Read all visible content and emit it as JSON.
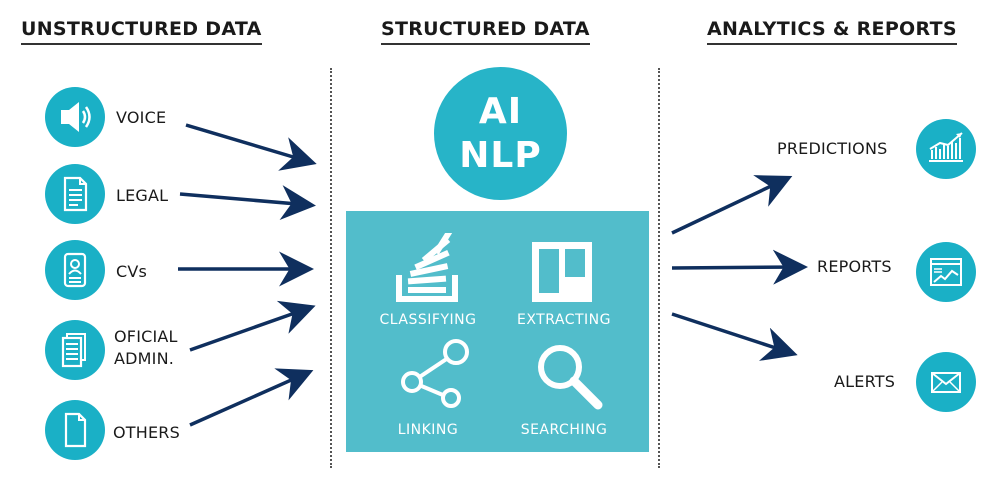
{
  "columns": {
    "left": "UNSTRUCTURED DATA",
    "middle": "STRUCTURED DATA",
    "right": "ANALYTICS & REPORTS"
  },
  "sources": [
    {
      "label": "VOICE",
      "icon": "speaker-icon"
    },
    {
      "label": "LEGAL",
      "icon": "document-icon"
    },
    {
      "label": "CVs",
      "icon": "id-badge-icon"
    },
    {
      "label_line1": "OFICIAL",
      "label_line2": "ADMIN.",
      "icon": "stacked-documents-icon"
    },
    {
      "label": "OTHERS",
      "icon": "blank-file-icon"
    }
  ],
  "ai_badge": {
    "line1": "AI",
    "line2": "NLP"
  },
  "processes": [
    {
      "label": "CLASSIFYING",
      "icon": "stacked-bars-icon"
    },
    {
      "label": "EXTRACTING",
      "icon": "board-columns-icon"
    },
    {
      "label": "LINKING",
      "icon": "share-nodes-icon"
    },
    {
      "label": "SEARCHING",
      "icon": "magnifier-icon"
    }
  ],
  "outputs": [
    {
      "label": "PREDICTIONS",
      "icon": "growth-chart-icon"
    },
    {
      "label": "REPORTS",
      "icon": "dashboard-window-icon"
    },
    {
      "label": "ALERTS",
      "icon": "envelope-icon"
    }
  ],
  "colors": {
    "accent": "#1ab0c6",
    "box": "#52bdcb",
    "arrow": "#0f2f5e",
    "text": "#1a1a1a"
  }
}
